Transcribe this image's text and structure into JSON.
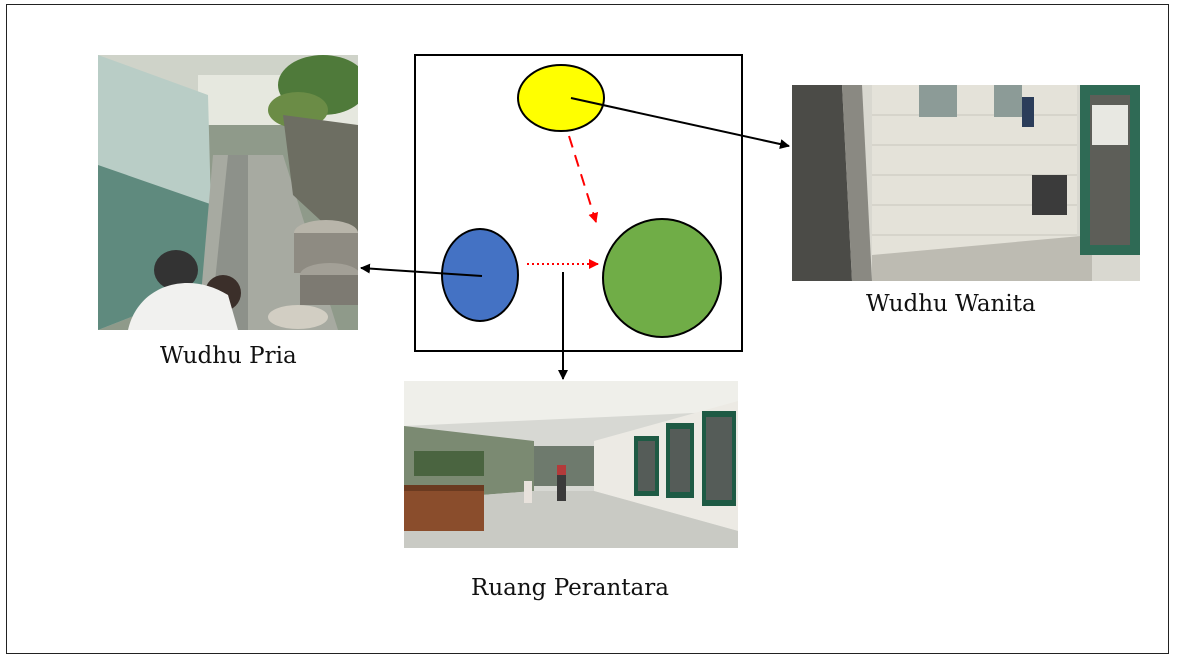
{
  "captions": {
    "wudhu_pria": "Wudhu Pria",
    "wudhu_wanita": "Wudhu Wanita",
    "ruang_perantara": "Ruang Perantara"
  },
  "nodes": [
    {
      "id": "yellow",
      "color": "#ffff00"
    },
    {
      "id": "blue",
      "color": "#4472c4"
    },
    {
      "id": "green",
      "color": "#70ad47"
    }
  ],
  "connections": [
    {
      "from": "yellow",
      "to": "green",
      "style": "dashed",
      "color": "#ff0000"
    },
    {
      "from": "blue",
      "to": "green",
      "style": "dotted",
      "color": "#ff0000"
    },
    {
      "from": "yellow",
      "to": "photo-wudhu-wanita",
      "style": "solid",
      "color": "#000000"
    },
    {
      "from": "blue",
      "to": "photo-wudhu-pria",
      "style": "solid",
      "color": "#000000"
    },
    {
      "from": "blue-green-link",
      "to": "photo-ruang-perantara",
      "style": "solid",
      "color": "#000000"
    }
  ]
}
